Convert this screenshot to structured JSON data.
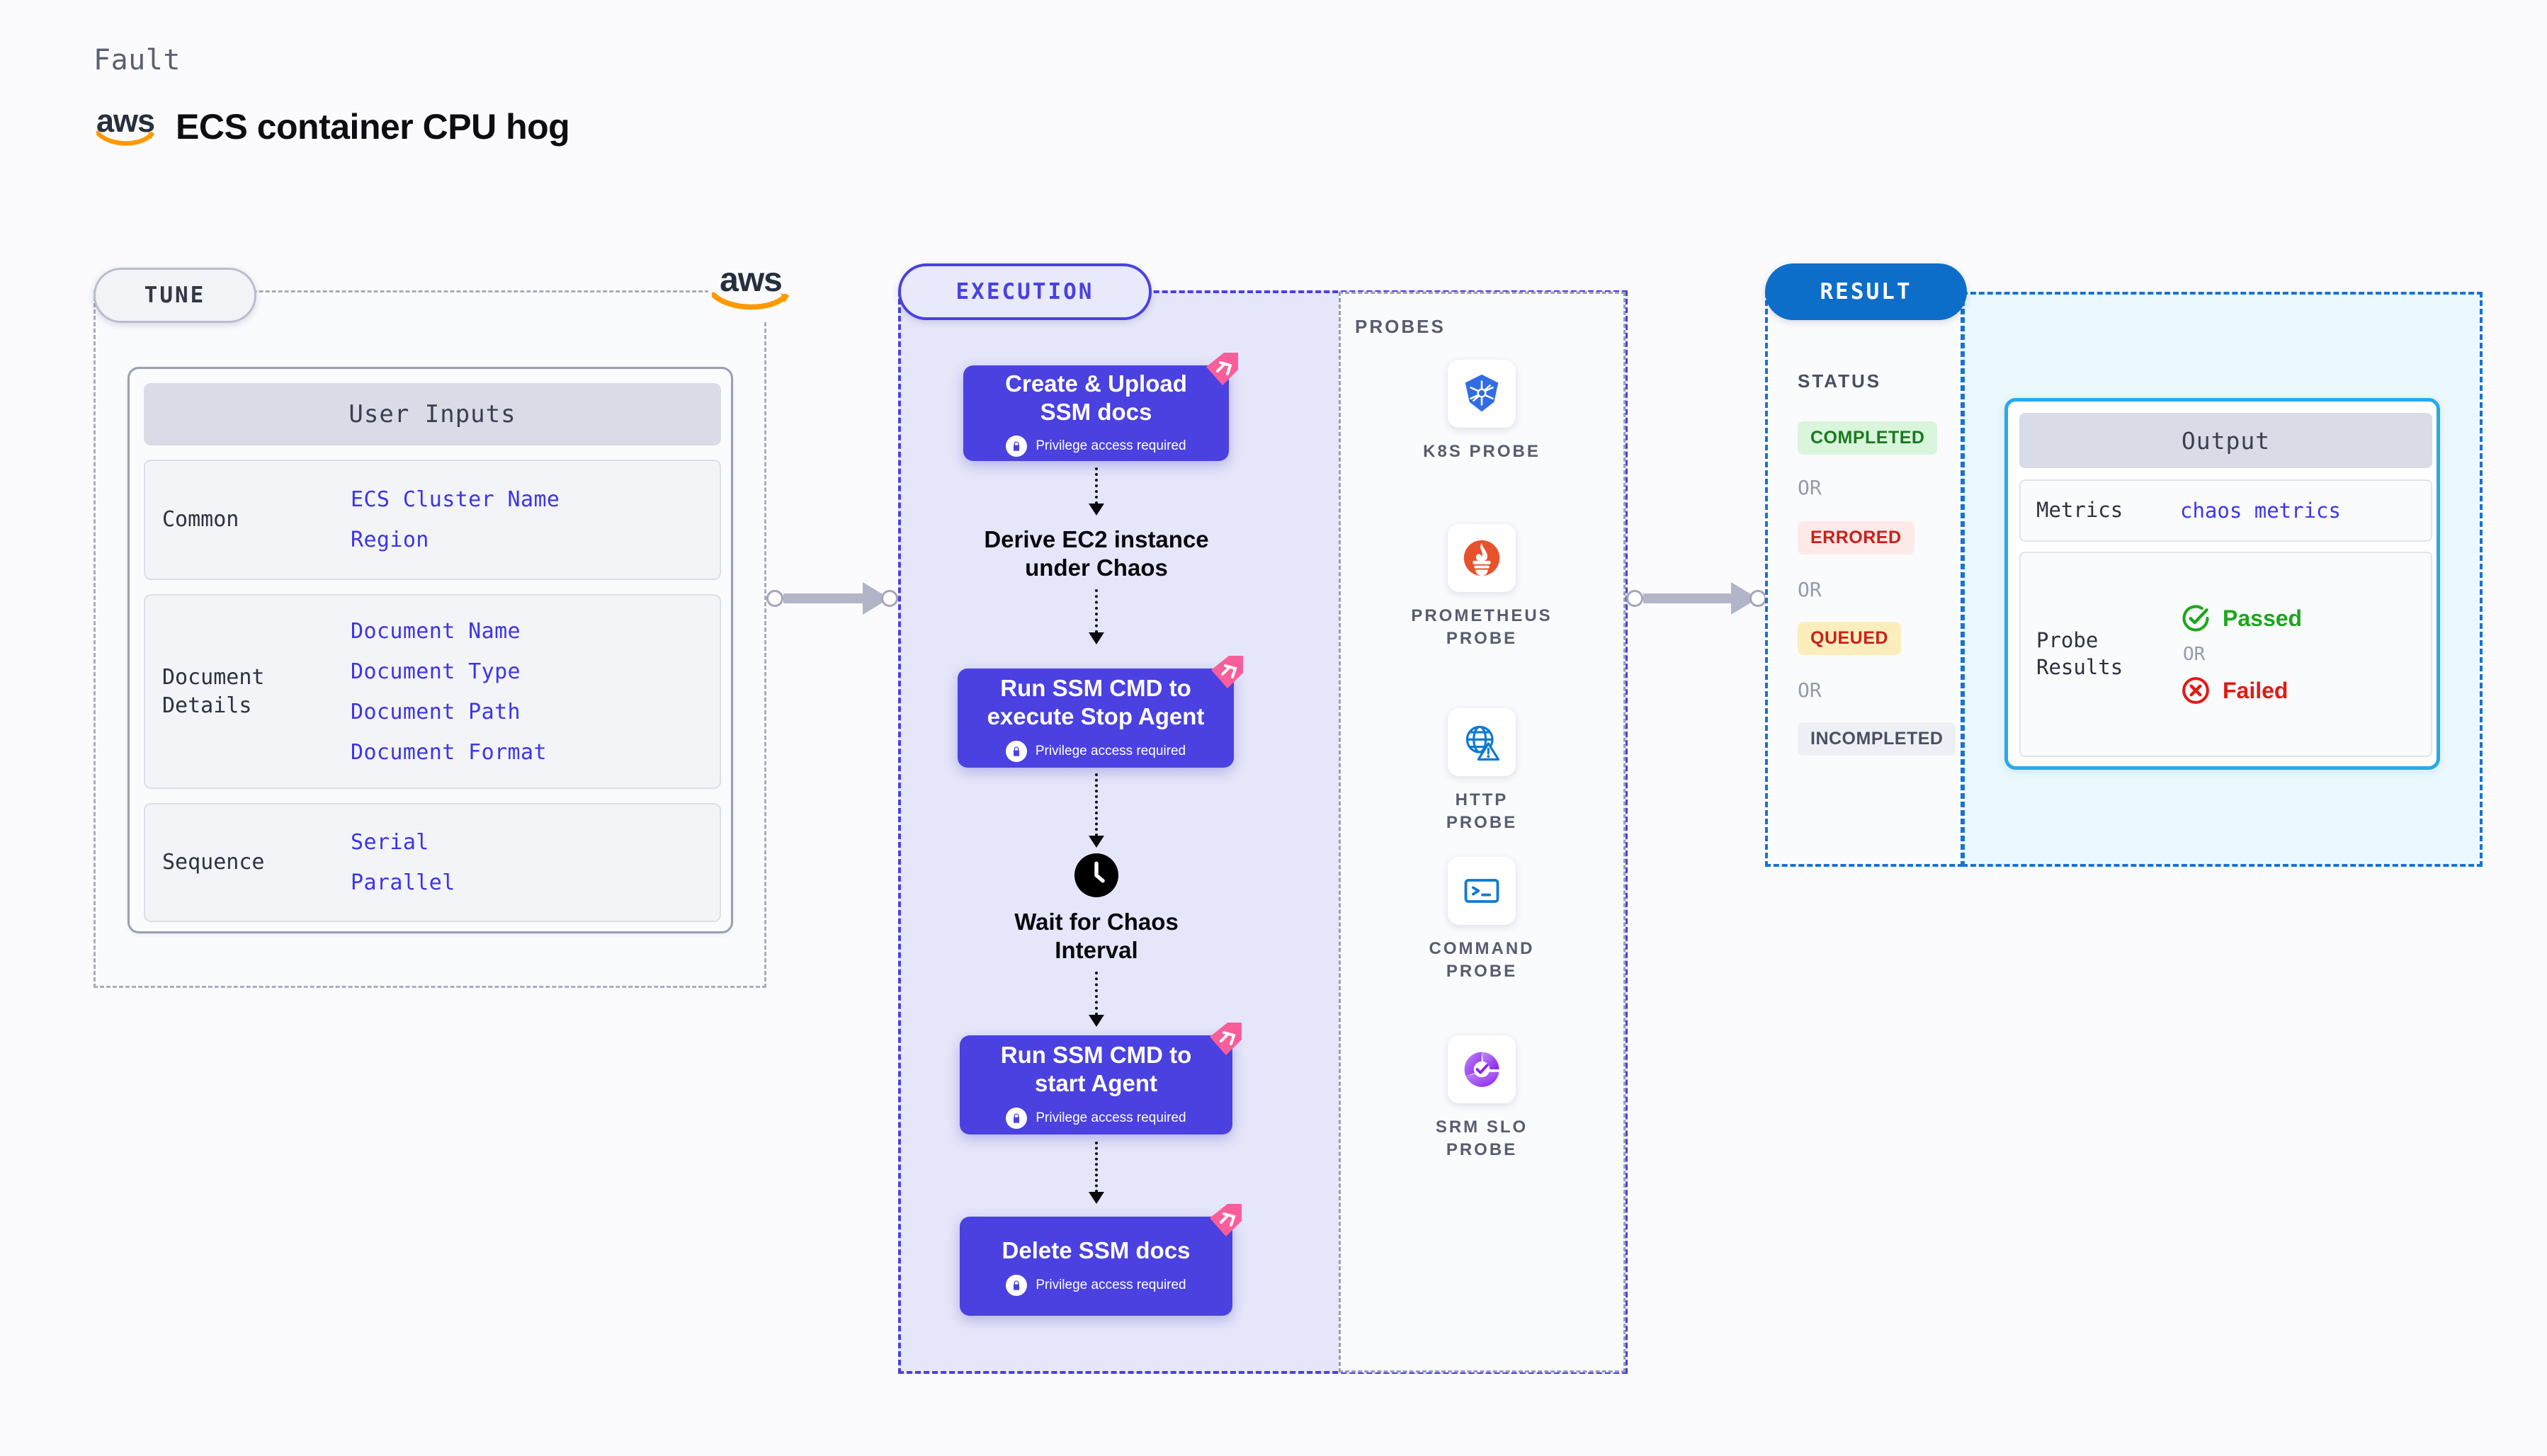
{
  "header": {
    "kicker": "Fault",
    "logo_text": "aws",
    "title": "ECS container CPU hog"
  },
  "tune": {
    "pill_label": "TUNE",
    "aws_logo_text": "aws",
    "card_title": "User Inputs",
    "groups": [
      {
        "label": "Common",
        "values": [
          "ECS Cluster Name",
          "Region"
        ]
      },
      {
        "label": "Document\nDetails",
        "values": [
          "Document Name",
          "Document Type",
          "Document Path",
          "Document Format"
        ]
      },
      {
        "label": "Sequence",
        "values": [
          "Serial",
          "Parallel"
        ]
      }
    ]
  },
  "execution": {
    "pill_label": "EXECUTION",
    "steps": [
      {
        "kind": "card",
        "title": "Create & Upload\nSSM docs",
        "privilege": "Privilege access required"
      },
      {
        "kind": "text",
        "title": "Derive EC2 instance\nunder Chaos"
      },
      {
        "kind": "card",
        "title": "Run SSM CMD to\nexecute Stop Agent",
        "privilege": "Privilege access required"
      },
      {
        "kind": "text",
        "title": "Wait for Chaos\nInterval",
        "icon": "clock-icon"
      },
      {
        "kind": "card",
        "title": "Run SSM CMD to\nstart Agent",
        "privilege": "Privilege access required"
      },
      {
        "kind": "card",
        "title": "Delete SSM docs",
        "privilege": "Privilege access required"
      }
    ]
  },
  "probes": {
    "title": "PROBES",
    "items": [
      {
        "label": "K8S PROBE",
        "icon": "kubernetes-icon"
      },
      {
        "label": "PROMETHEUS\nPROBE",
        "icon": "prometheus-icon"
      },
      {
        "label": "HTTP PROBE",
        "icon": "http-globe-icon"
      },
      {
        "label": "COMMAND\nPROBE",
        "icon": "terminal-icon"
      },
      {
        "label": "SRM SLO\nPROBE",
        "icon": "srm-slo-icon"
      }
    ]
  },
  "result": {
    "pill_label": "RESULT",
    "status_title": "STATUS",
    "or_label": "OR",
    "statuses": [
      {
        "label": "COMPLETED",
        "color": "#197a1e",
        "bg": "#d9f5db"
      },
      {
        "label": "ERRORED",
        "color": "#c9201a",
        "bg": "#fde9e8"
      },
      {
        "label": "QUEUED",
        "color": "#c9201a",
        "bg": "#fbeebc"
      },
      {
        "label": "INCOMPLETED",
        "color": "#4a4f62",
        "bg": "#eef0f5"
      }
    ]
  },
  "output": {
    "title": "Output",
    "metrics_label": "Metrics",
    "metrics_value": "chaos metrics",
    "probe_results_label": "Probe\nResults",
    "passed_label": "Passed",
    "failed_label": "Failed",
    "or_label": "OR",
    "passed_color": "#1da61d",
    "failed_color": "#e01a14"
  },
  "colors": {
    "accent_indigo": "#4a41e0",
    "accent_blue": "#0d6ec9",
    "badge_pink": "#fa5e9a",
    "mono_value": "#3d35e8"
  }
}
